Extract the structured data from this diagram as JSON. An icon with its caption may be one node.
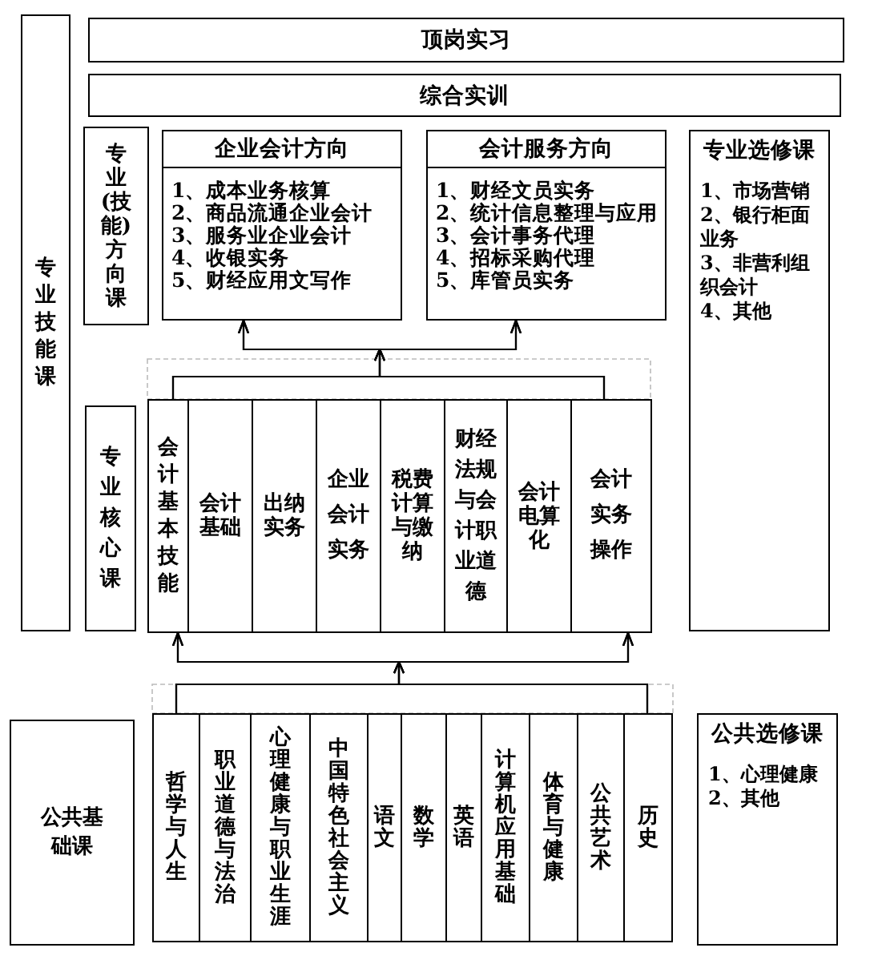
{
  "diagram": {
    "nodes": [
      {
        "text": [
          "专业技能课"
        ]
      },
      {
        "text": [
          "顶岗实习"
        ]
      },
      {
        "text": [
          "综合实训"
        ]
      },
      {
        "text": [
          "专业(技能)方向课"
        ]
      },
      {
        "text": [
          "企业会计方向",
          "1、成本业务核算",
          "2、商品流通企业会计",
          "3、服务业企业会计",
          "4、收银实务",
          "5、财经应用文写作"
        ]
      },
      {
        "text": [
          "会计服务方向",
          "1、财经文员实务",
          "2、统计信息整理与应用",
          "3、会计事务代理",
          "4、招标采购代理",
          "5、库管员实务"
        ]
      },
      {
        "text": [
          "专业选修课",
          "1、市场营销",
          "2、银行柜面业务",
          "3、非营利组织会计",
          "4、其他"
        ]
      },
      {
        "text": [
          "专业核心课"
        ]
      },
      {
        "text": [
          "会计基本技能"
        ]
      },
      {
        "text": [
          "会计基础"
        ]
      },
      {
        "text": [
          "出纳实务"
        ]
      },
      {
        "text": [
          "企业会计实务"
        ]
      },
      {
        "text": [
          "税费计算与缴纳"
        ]
      },
      {
        "text": [
          "财经法规与会计职业道德"
        ]
      },
      {
        "text": [
          "会计电算化"
        ]
      },
      {
        "text": [
          "会计实务操作"
        ]
      },
      {
        "text": [
          "公共基础课"
        ]
      },
      {
        "text": [
          "哲学与人生"
        ]
      },
      {
        "text": [
          "职业道德与法治"
        ]
      },
      {
        "text": [
          "心理健康与职业生涯"
        ]
      },
      {
        "text": [
          "中国特色社会主义"
        ]
      },
      {
        "text": [
          "语文"
        ]
      },
      {
        "text": [
          "数学"
        ]
      },
      {
        "text": [
          "英语"
        ]
      },
      {
        "text": [
          "计算机应用基础"
        ]
      },
      {
        "text": [
          "体育与健康"
        ]
      },
      {
        "text": [
          "公共艺术"
        ]
      },
      {
        "text": [
          "历史"
        ]
      },
      {
        "text": [
          "公共选修课",
          "1、心理健康",
          "2、其他"
        ]
      }
    ],
    "edges": [
      {
        "from": 8,
        "to": 4,
        "arrow": "to"
      },
      {
        "from": 8,
        "to": 5,
        "arrow": "to"
      },
      {
        "from": 15,
        "to": 4,
        "arrow": "to"
      },
      {
        "from": 15,
        "to": 5,
        "arrow": "to"
      },
      {
        "from": 17,
        "to": 8,
        "arrow": "to"
      },
      {
        "from": 17,
        "to": 15,
        "arrow": "to"
      },
      {
        "from": 27,
        "to": 8,
        "arrow": "to"
      },
      {
        "from": 27,
        "to": 15,
        "arrow": "to"
      }
    ]
  }
}
